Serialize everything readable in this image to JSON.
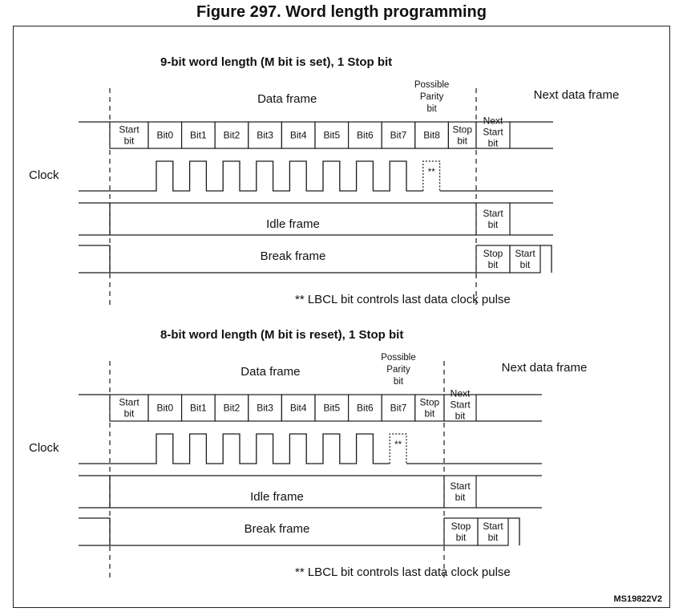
{
  "title": "Figure 297. Word length programming",
  "figure_id": "MS19822V2",
  "panels": [
    {
      "subtitle": "9-bit word length (M bit is set), 1 Stop bit",
      "data_frame_label": "Data frame",
      "next_data_frame_label": "Next data frame",
      "parity_label": [
        "Possible",
        "Parity",
        "bit"
      ],
      "start_cell": [
        "Start",
        "bit"
      ],
      "bits": [
        "Bit0",
        "Bit1",
        "Bit2",
        "Bit3",
        "Bit4",
        "Bit5",
        "Bit6",
        "Bit7",
        "Bit8"
      ],
      "stop_cell": [
        "Stop",
        "bit"
      ],
      "next_start_cell": [
        "Next",
        "Start",
        "bit"
      ],
      "clock_label": "Clock",
      "last_pulse_mark": "**",
      "idle_label": "Idle frame",
      "idle_start_cell": [
        "Start",
        "bit"
      ],
      "break_label": "Break frame",
      "break_stop_cell": [
        "Stop",
        "bit"
      ],
      "break_start_cell": [
        "Start",
        "bit"
      ],
      "note": "** LBCL bit controls last data clock pulse"
    },
    {
      "subtitle": "8-bit word length (M  bit is reset), 1 Stop bit",
      "data_frame_label": "Data frame",
      "next_data_frame_label": "Next data frame",
      "parity_label": [
        "Possible",
        "Parity",
        "bit"
      ],
      "start_cell": [
        "Start",
        "bit"
      ],
      "bits": [
        "Bit0",
        "Bit1",
        "Bit2",
        "Bit3",
        "Bit4",
        "Bit5",
        "Bit6",
        "Bit7"
      ],
      "stop_cell": [
        "Stop",
        "bit"
      ],
      "next_start_cell": [
        "Next",
        "Start",
        "bit"
      ],
      "clock_label": "Clock",
      "last_pulse_mark": "**",
      "idle_label": "Idle frame",
      "idle_start_cell": [
        "Start",
        "bit"
      ],
      "break_label": "Break frame",
      "break_stop_cell": [
        "Stop",
        "bit"
      ],
      "break_start_cell": [
        "Start",
        "bit"
      ],
      "note": "** LBCL bit controls last data clock pulse"
    }
  ]
}
